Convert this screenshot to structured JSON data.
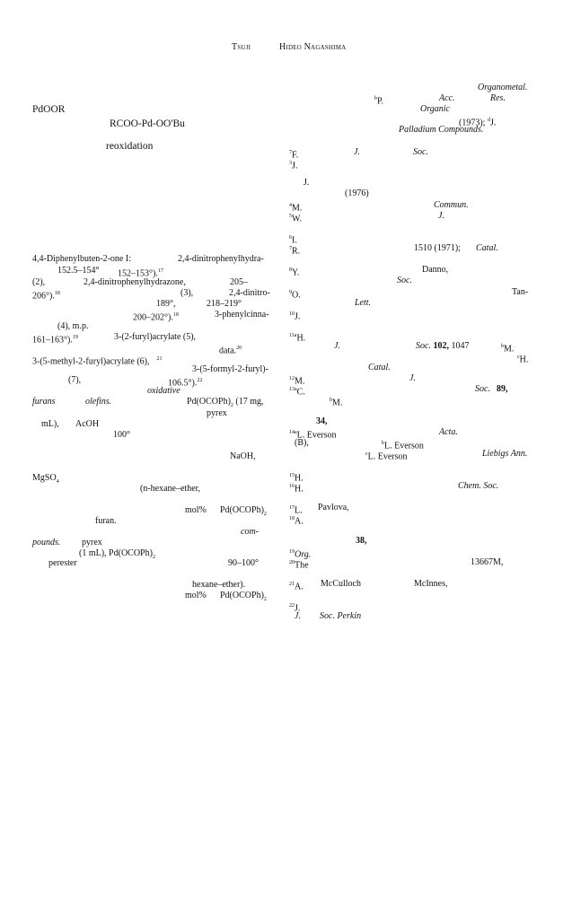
{
  "header": {
    "author_1": "Tsuji",
    "author_2": "Hideo Nagashima"
  },
  "left_column": {
    "pdoor": "PdOOR",
    "rcoo_pd_ooBu": "RCOO-Pd-OO'Bu",
    "reoxidation": "reoxidation",
    "l1_a": "4,4-Diphenylbuten-2-one I:",
    "l1_b": "2,4-dinitrophenylhydra-",
    "l2_a": "152.5–154°",
    "l2_b": "152–153°).",
    "l2_sup": "17",
    "l3_a": "(2),",
    "l3_b": "2,4-dinitrophenylhydrazone,",
    "l3_c": "205–",
    "l4_a": "206°).",
    "l4_sup": "18",
    "l4_b": "(3),",
    "l4_c": "2,4-dinitro-",
    "l5_a": "189°,",
    "l5_b": "218–219°",
    "l6_a": "200–202°).",
    "l6_sup": "18",
    "l6_b": "3-phenylcinna-",
    "l7_a": "(4), m.p.",
    "l8_a": "161–163°).",
    "l8_sup": "19",
    "l8_b": "3-(2-furyl)acrylate (5),",
    "l9_a": "data.",
    "l9_sup": "20",
    "l10_a": "3-(5-methyl-2-furyl)acrylate (6),",
    "l10_sup": "21",
    "l10_b": "3-(5-formyl-2-furyl)-",
    "l11_a": "(7),",
    "l11_b": "106.5°).",
    "l11_sup": "22",
    "l12_a": "oxidative",
    "l13_a": "furans",
    "l13_b": "olefins.",
    "l13_c": "Pd(OCOPh)",
    "l13_sub": "2",
    "l13_d": "(17 mg,",
    "l14_a": "pyrex",
    "l15_a": "mL),",
    "l15_b": "AcOH",
    "l16_a": "100°",
    "l17_a": "NaOH,",
    "l18_a": "MgSO",
    "l18_sub": "4",
    "l19_a": "(n-hexane–ether,",
    "l20_a": "mol%",
    "l20_b": "Pd(OCOPh)",
    "l20_sub": "2",
    "l21_a": "furan.",
    "l22_a": "com-",
    "l23_a": "pounds.",
    "l23_b": "pyrex",
    "l24_a": "(1 mL), Pd(OCOPh)",
    "l24_sub": "2",
    "l25_a": "perester",
    "l25_b": "90–100°",
    "l26_a": "hexane–ether).",
    "l27_a": "mol%",
    "l27_b": "Pd(OCOPh)",
    "l27_sub": "2"
  },
  "right_column": {
    "r0_a": "Organometal.",
    "r1_a": "P.",
    "r1_sup": "b",
    "r1_b": "Acc.",
    "r1_c": "Res.",
    "r2_a": "Organic",
    "r3_a": "(1973);",
    "r3_sup": "d",
    "r3_b": "J.",
    "r4_a": "Palladium Compounds.",
    "r5_sup": "7",
    "r5_a": "F.",
    "r5_b": "J.",
    "r5_c": "Soc.",
    "r6_sup": "3",
    "r6_a": "J.",
    "r7_a": "J.",
    "r8_a": "(1976)",
    "r9_sup": "4",
    "r9_a": "M.",
    "r9_b": "Commun.",
    "r10_sup": "5",
    "r10_a": "W.",
    "r10_b": "J.",
    "r11_sup": "6",
    "r11_a": "I.",
    "r12_sup": "7",
    "r12_a": "R.",
    "r12_b": "1510 (1971);",
    "r12_c": "Catal.",
    "r13_sup": "8",
    "r13_a": "Y.",
    "r13_b": "Danno,",
    "r14_a": "Soc.",
    "r15_sup": "9",
    "r15_a": "O.",
    "r15_b": "Tan-",
    "r16_a": "Lett.",
    "r17_sup": "10",
    "r17_a": "J.",
    "r18_sup": "11a",
    "r18_a": "H.",
    "r19_a": "J.",
    "r19_b": "Soc.",
    "r19_c": "102,",
    "r19_d": "1047",
    "r19_sup": "b",
    "r19_e": "M.",
    "r20_sup": "c",
    "r20_a": "H.",
    "r21_a": "Catal.",
    "r22_sup": "12",
    "r22_a": "M.",
    "r22_b": "J.",
    "r23_sup": "13a",
    "r23_a": "C.",
    "r23_b": "Soc.",
    "r23_c": "89,",
    "r24_sup": "b",
    "r24_a": "M.",
    "r25_a": "34,",
    "r26_sup": "14a",
    "r26_a": "L. Everson",
    "r26_b": "Acta.",
    "r27_a": "(B),",
    "r27_sup": "b",
    "r27_b": "L. Everson",
    "r28_sup": "c",
    "r28_a": "L. Everson",
    "r28_b": "Liebigs Ann.",
    "r29_sup": "15",
    "r29_a": "H.",
    "r30_sup": "16",
    "r30_a": "H.",
    "r30_b": "Chem. Soc.",
    "r31_sup": "17",
    "r31_a": "L.",
    "r31_b": "Pavlova,",
    "r32_sup": "18",
    "r32_a": "A.",
    "r33_a": "38,",
    "r34_sup": "19",
    "r34_a": "Org.",
    "r35_sup": "20",
    "r35_a": "The",
    "r35_b": "13667M,",
    "r36_sup": "21",
    "r36_a": "A.",
    "r36_b": "McCulloch",
    "r36_c": "McInnes,",
    "r37_sup": "22",
    "r37_a": "J.",
    "r38_a": "J.",
    "r38_b": "Soc. Perkin"
  }
}
